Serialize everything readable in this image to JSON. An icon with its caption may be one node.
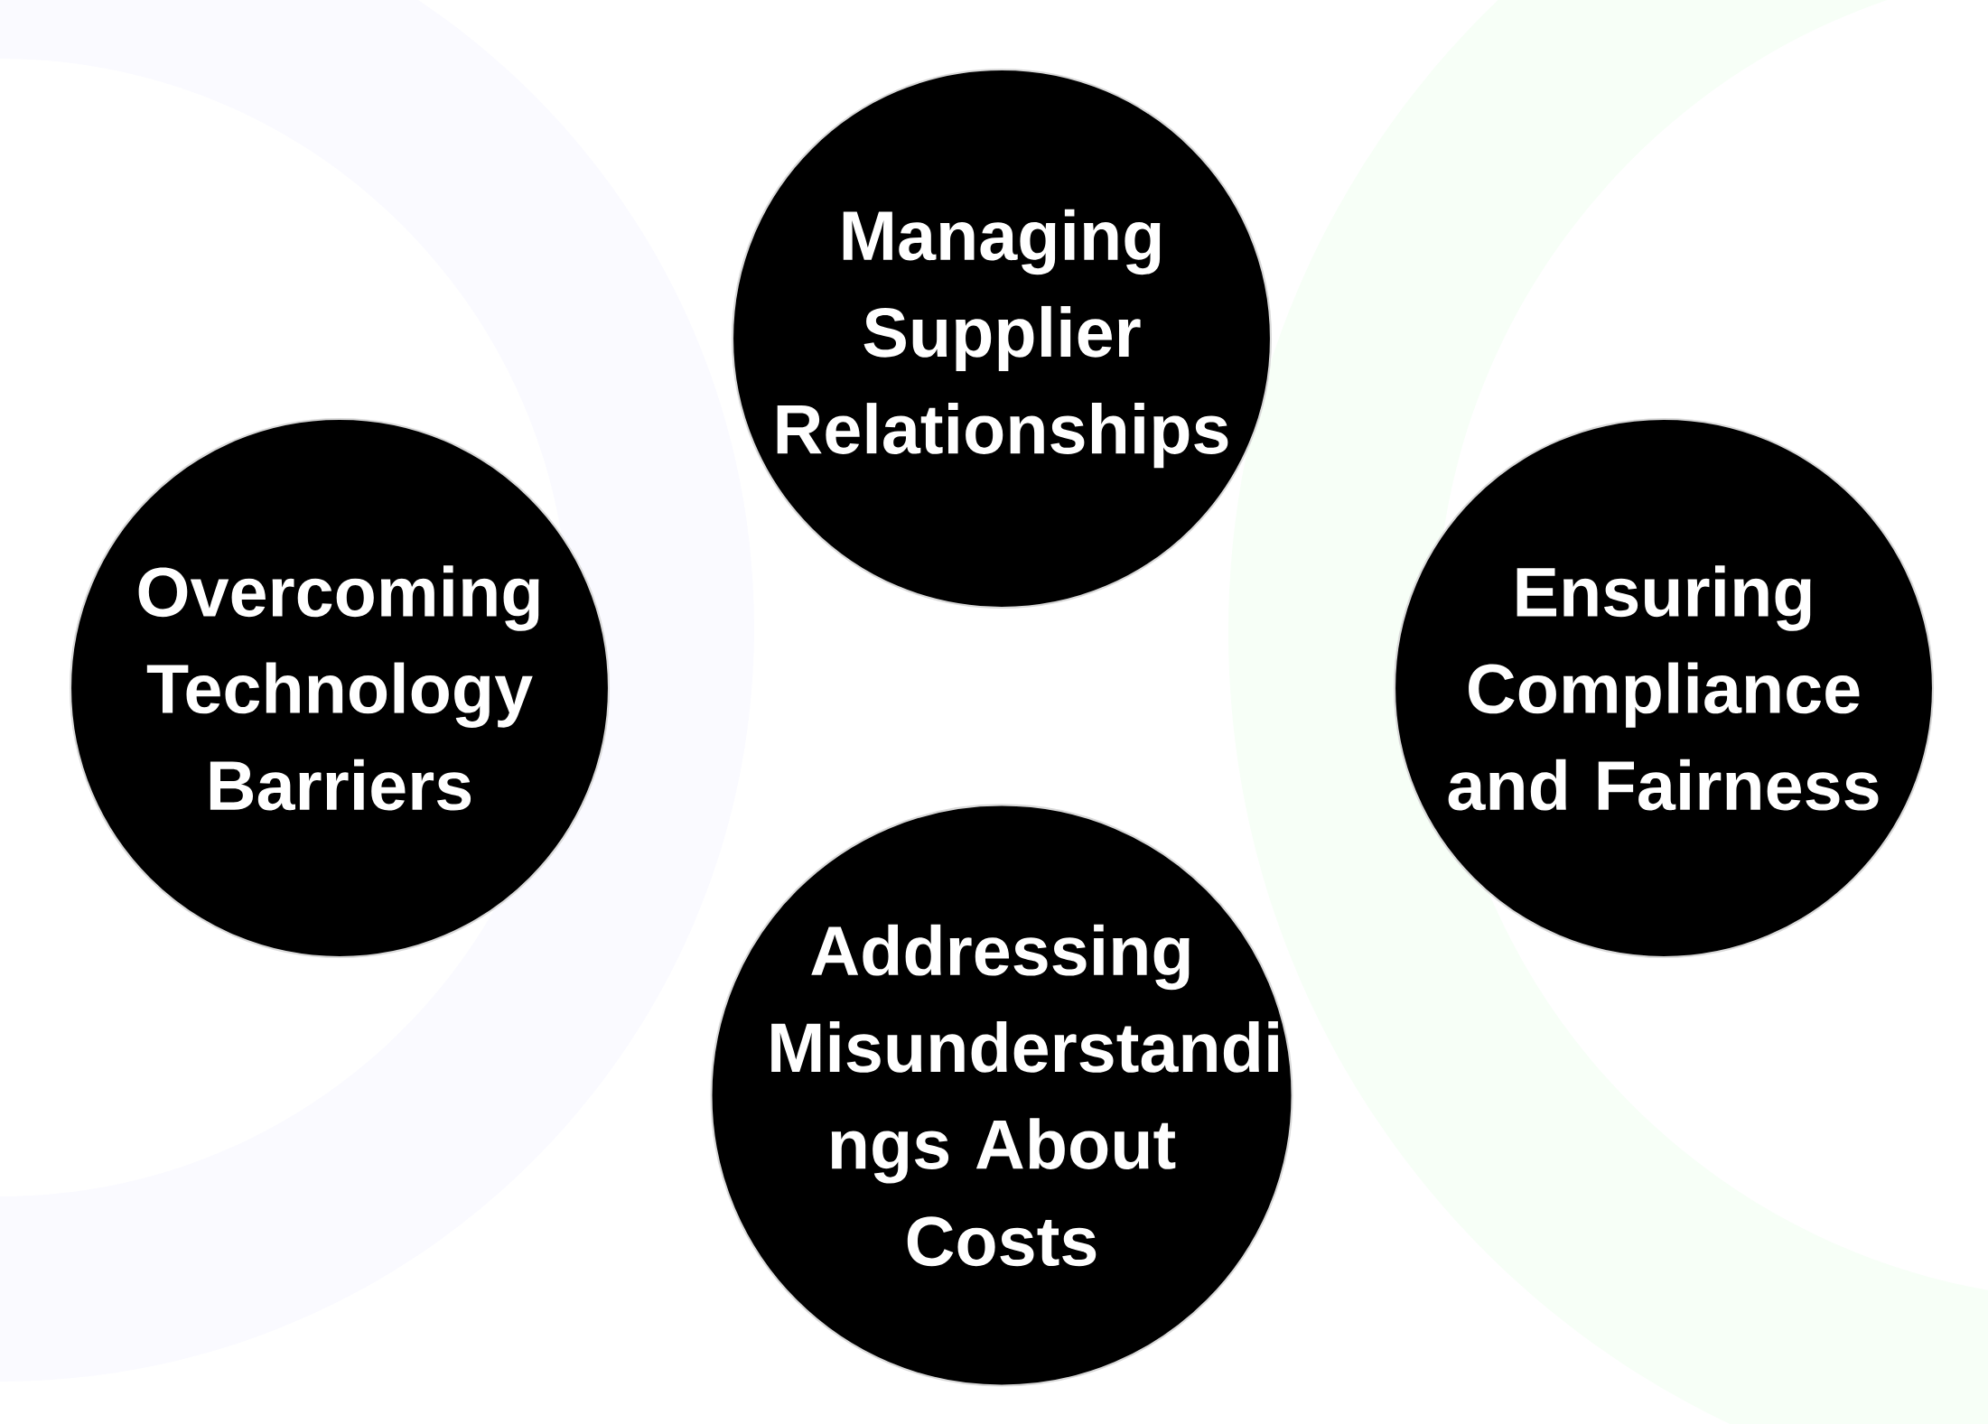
{
  "diagram": {
    "nodes": [
      {
        "text": [
          "Managing Supplier Relationships"
        ]
      },
      {
        "text": [
          "Overcoming Technology Barriers"
        ]
      },
      {
        "text": [
          "Ensuring Compliance and Fairness"
        ]
      },
      {
        "text": [
          "Addressing Misunderstandi ngs About Costs"
        ]
      }
    ]
  }
}
